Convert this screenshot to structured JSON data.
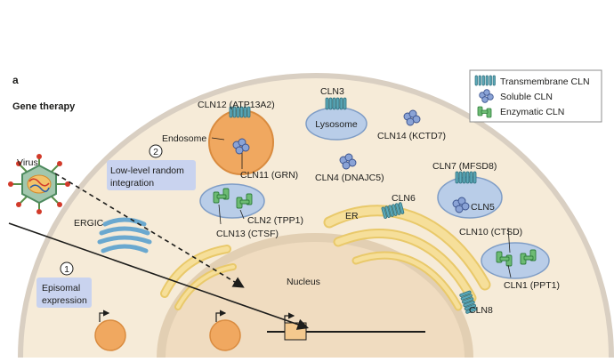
{
  "panel_letter": "a",
  "panel_title": "Gene therapy",
  "legend": {
    "items": [
      {
        "label": "Transmembrane CLN",
        "icon": "transmembrane-protein-icon"
      },
      {
        "label": "Soluble CLN",
        "icon": "soluble-protein-icon"
      },
      {
        "label": "Enzymatic CLN",
        "icon": "enzymatic-protein-icon"
      }
    ]
  },
  "organelles": {
    "endosome": "Endosome",
    "lysosome": "Lysosome",
    "ergic": "ERGIC",
    "er": "ER",
    "nucleus": "Nucleus",
    "cln5_vesicle": "CLN5"
  },
  "proteins": {
    "cln12": "CLN12 (ATP13A2)",
    "cln11": "CLN11 (GRN)",
    "cln3": "CLN3",
    "cln14": "CLN14 (KCTD7)",
    "cln4": "CLN4 (DNAJC5)",
    "cln7": "CLN7 (MFSD8)",
    "cln2": "CLN2 (TPP1)",
    "cln13": "CLN13 (CTSF)",
    "cln6": "CLN6",
    "cln10": "CLN10 (CTSD)",
    "cln1": "CLN1 (PPT1)",
    "cln8": "CLN8"
  },
  "virus_label": "Virus",
  "routes": [
    {
      "number": "1",
      "label_line1": "Episomal",
      "label_line2": "expression"
    },
    {
      "number": "2",
      "label_line1": "Low-level random",
      "label_line2": "integration"
    }
  ],
  "colors": {
    "cytoplasm": "#f6ebd8",
    "nucleus": "#f0dcc0",
    "membrane": "#d9cfc2",
    "endosome": "#f0a860",
    "vesicle": "#b9cde8",
    "er": "#f6df9a",
    "protein_teal": "#5ba8b8",
    "protein_green": "#6dbb74",
    "route_box": "#c9d3ef"
  }
}
